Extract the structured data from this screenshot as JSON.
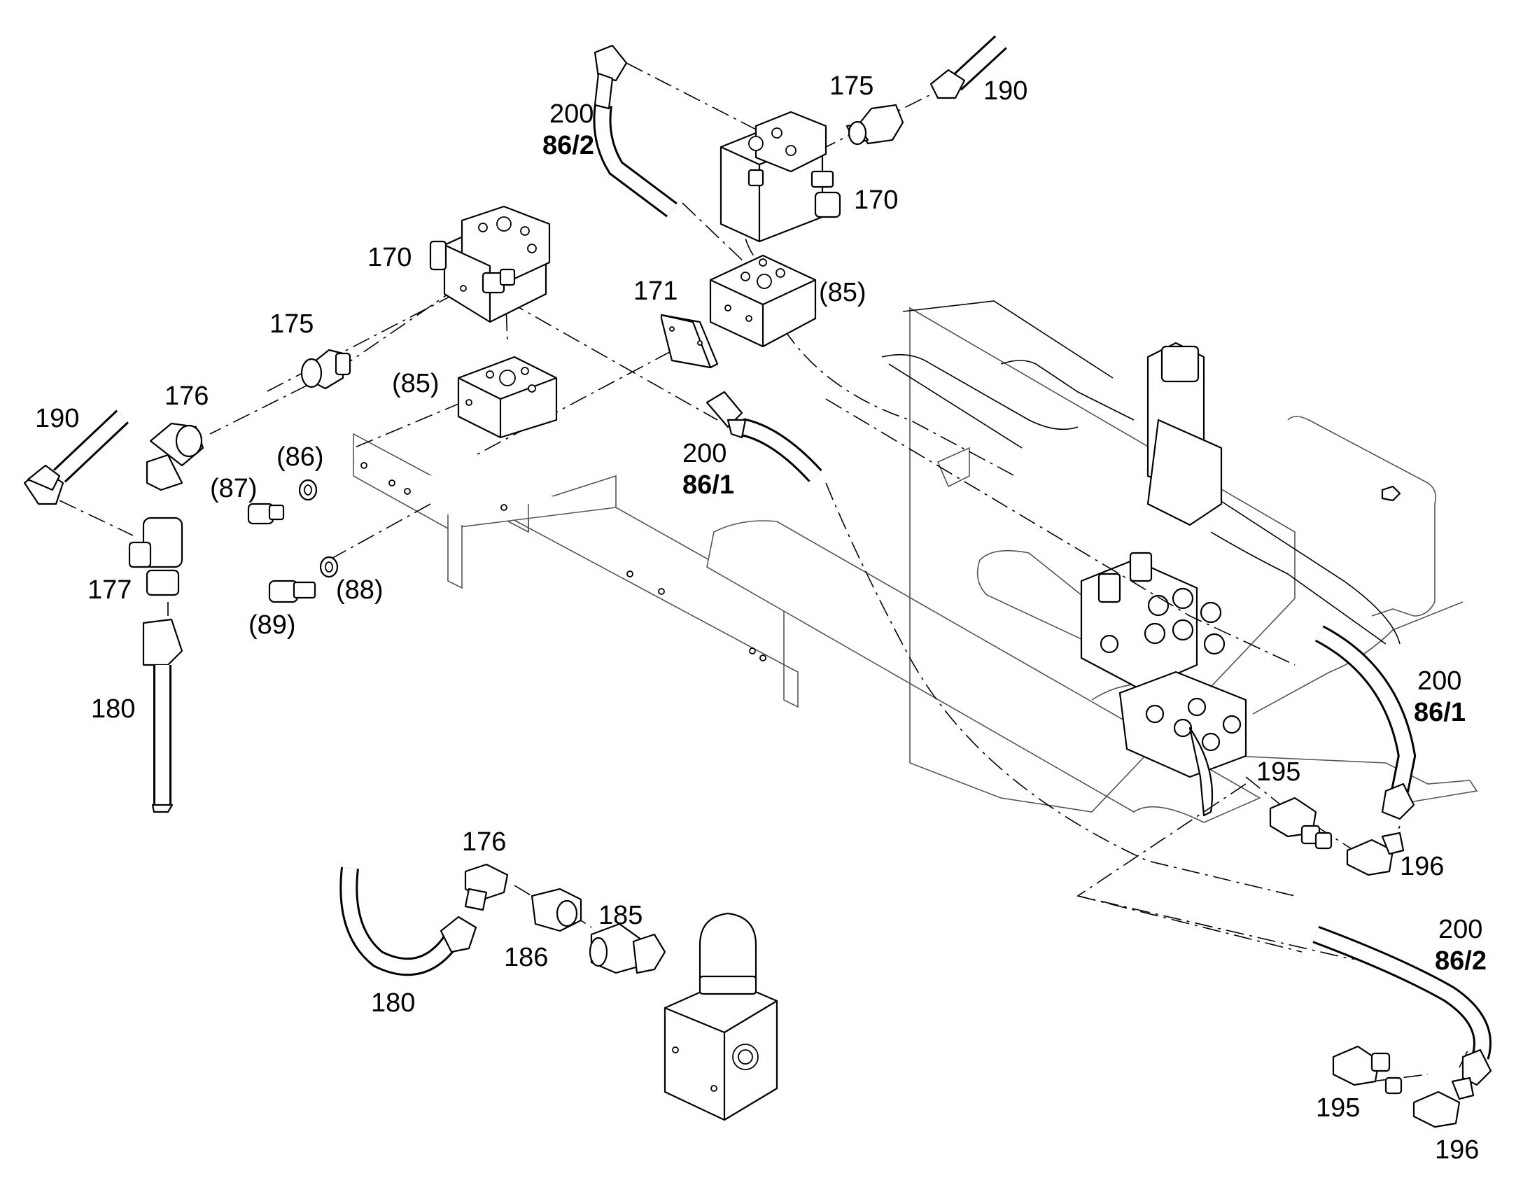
{
  "callouts": {
    "c200_top": "200",
    "c86_2_top": "86/2",
    "c175_top": "175",
    "c190_top": "190",
    "c170_right": "170",
    "c170_left": "170",
    "c171": "171",
    "c85_right": "(85)",
    "c175_left": "175",
    "c85_left": "(85)",
    "c190_left": "190",
    "c176_left": "176",
    "c86": "(86)",
    "c87": "(87)",
    "c200_mid": "200",
    "c86_1_mid": "86/1",
    "c177": "177",
    "c88": "(88)",
    "c89": "(89)",
    "c180_left": "180",
    "c200_right": "200",
    "c86_1_right": "86/1",
    "c195_upper": "195",
    "c196_upper": "196",
    "c176_bottom": "176",
    "c185": "185",
    "c186": "186",
    "c180_bottom": "180",
    "c200_bottom": "200",
    "c86_2_bottom": "86/2",
    "c195_lower": "195",
    "c196_lower": "196"
  }
}
